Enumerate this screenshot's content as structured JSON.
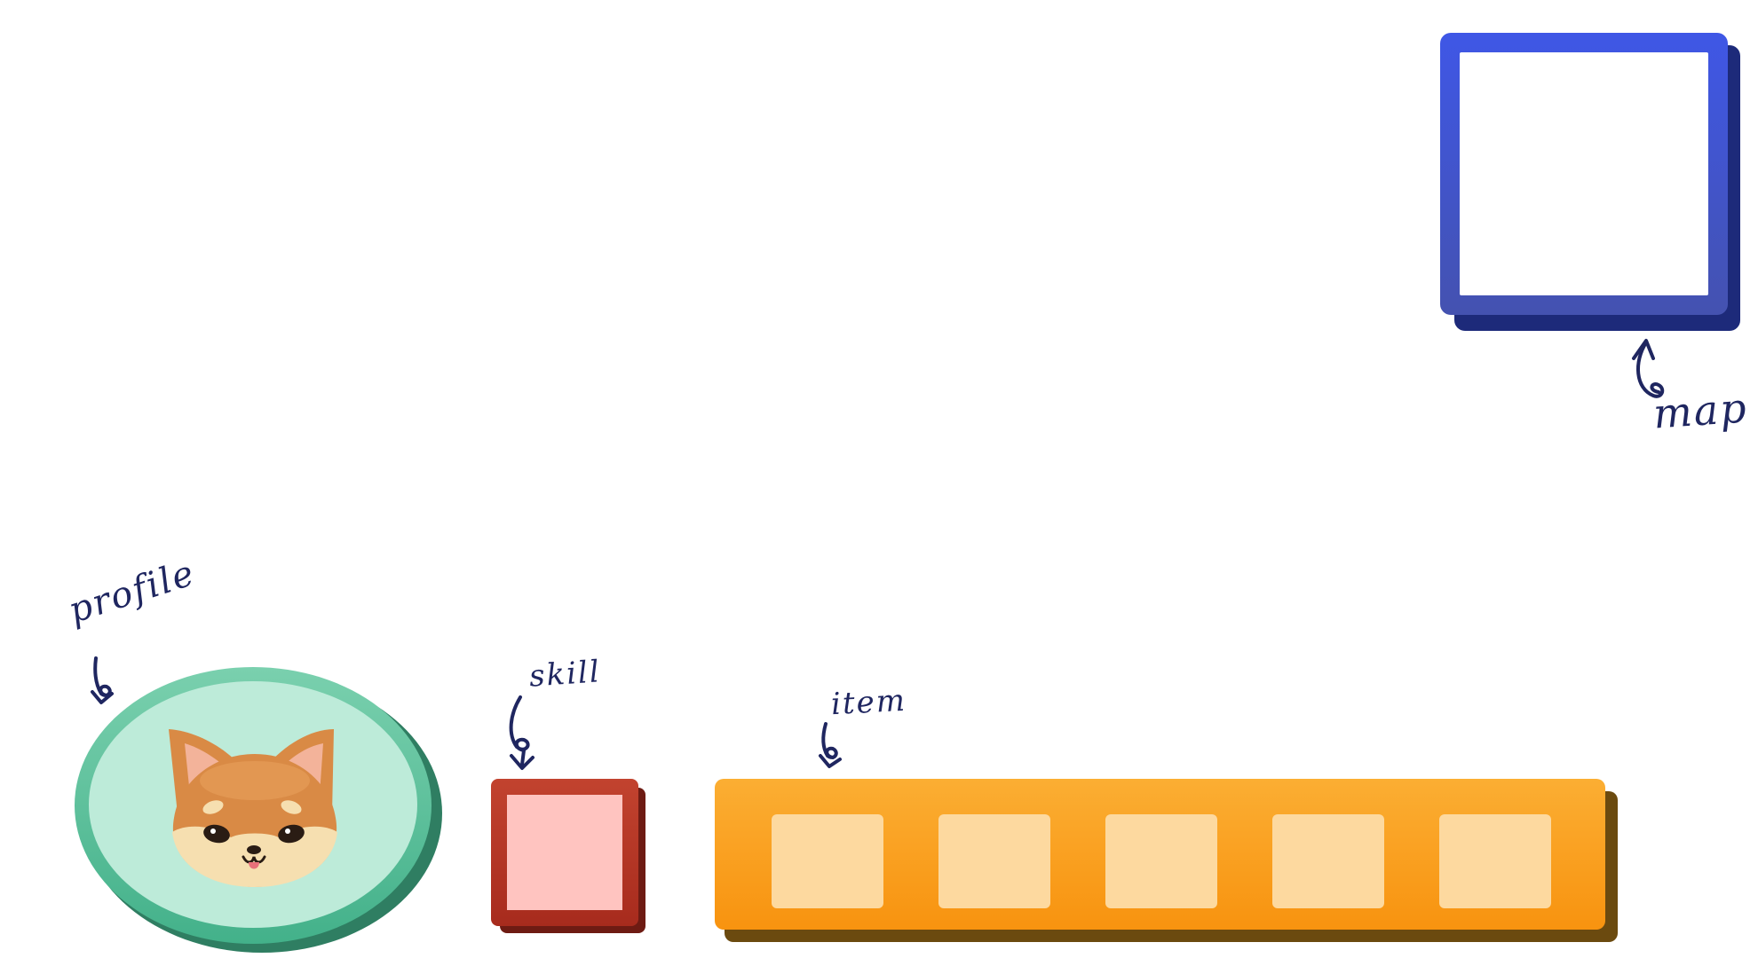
{
  "labels": {
    "map": "map",
    "profile": "profile",
    "skill": "skill",
    "item": "item"
  },
  "item_bar": {
    "slots": [
      "",
      "",
      "",
      "",
      ""
    ]
  },
  "icons": {
    "profile_avatar": "shiba-inu-face-icon",
    "arrow": "hand-drawn-loop-arrow-icon"
  },
  "colors": {
    "map_frame": "#3f57e6",
    "profile_ring": "#43b18a",
    "profile_disc": "#bdebd9",
    "skill_frame": "#b53524",
    "skill_slot": "#ffc4c0",
    "item_bar": "#f9a11f",
    "item_slot": "#fdd99f",
    "annotation_ink": "#1f2660"
  }
}
